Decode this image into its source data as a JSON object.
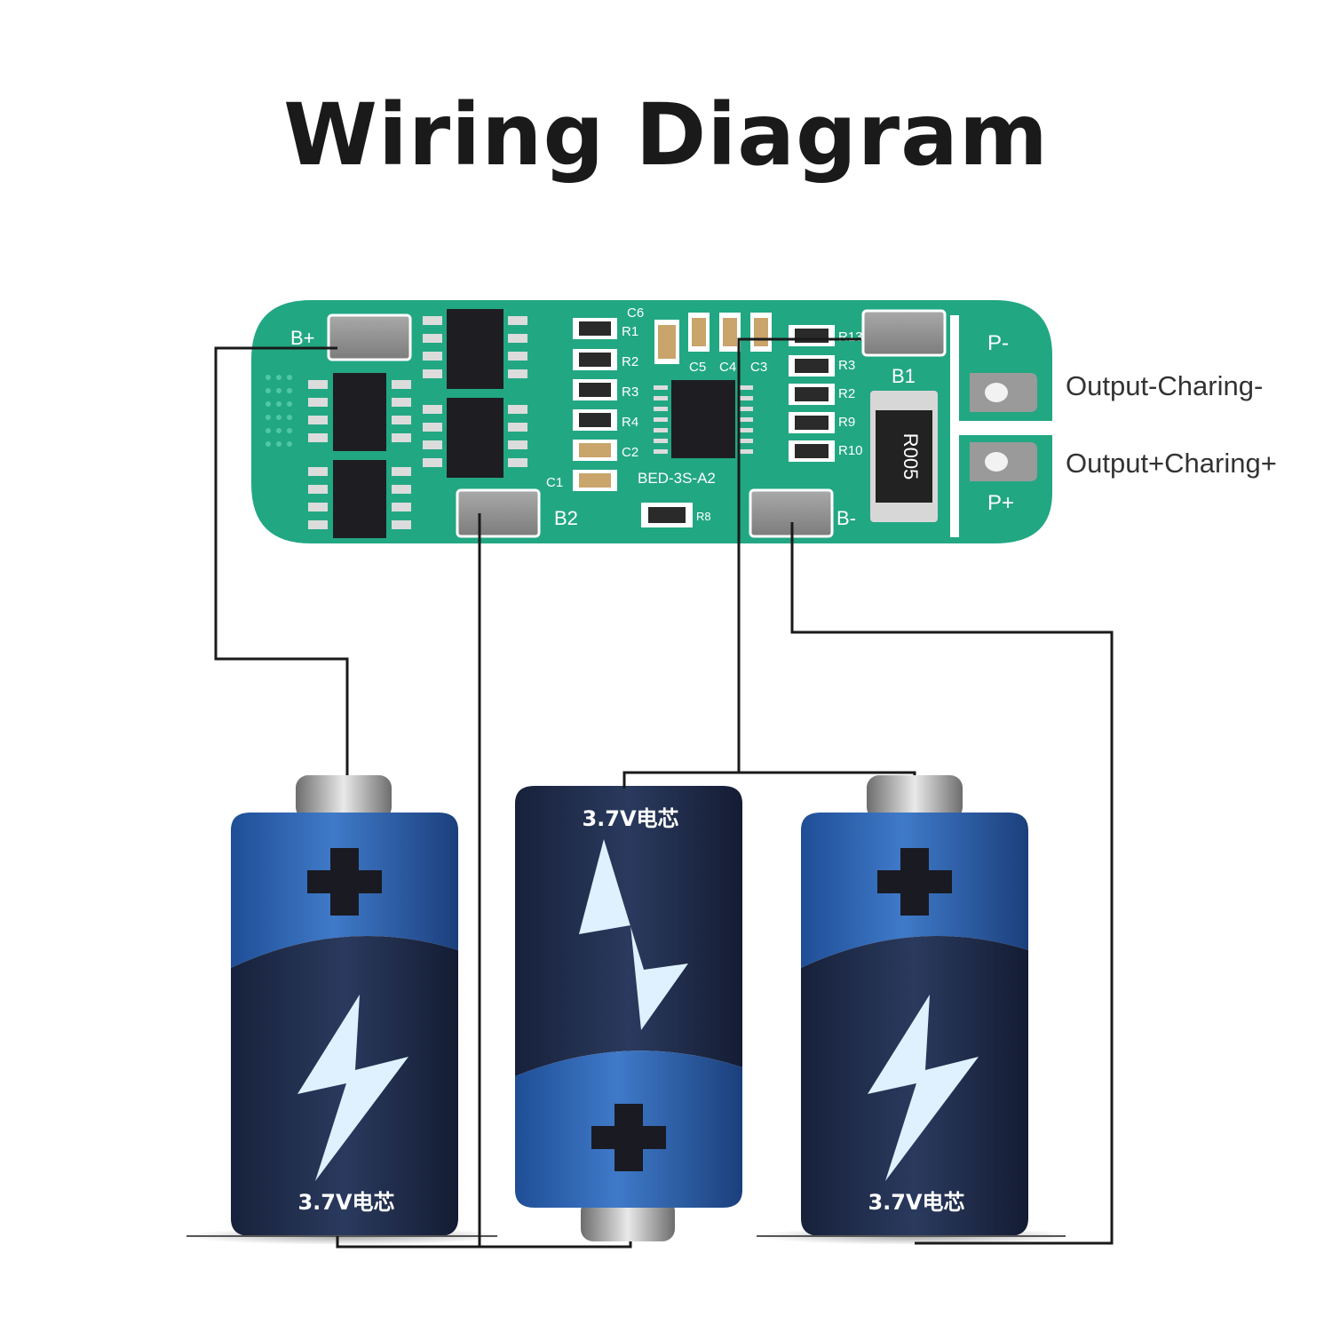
{
  "title": "Wiring Diagram",
  "outputs": {
    "minus": "Output-Charing-",
    "plus": "Output+Charing+"
  },
  "board": {
    "model": "BED-3S-A2",
    "shunt": "R005",
    "pads": {
      "b_plus": "B+",
      "b_minus": "B-",
      "b1": "B1",
      "b2": "B2",
      "p_minus": "P-",
      "p_plus": "P+"
    },
    "components": {
      "r1": "R1",
      "r2": "R2",
      "r3": "R3",
      "r4": "R4",
      "c1": "C1",
      "c2": "C2",
      "c3": "C3",
      "c4": "C4",
      "c5": "C5",
      "c6": "C6",
      "r13": "R13",
      "r3b": "R3",
      "r2b": "R2",
      "r9": "R9",
      "r10": "R10",
      "r8": "R8"
    },
    "colors": {
      "pcb": "#22a783",
      "pad": "#8f8f8f",
      "chip": "#1e1e22"
    }
  },
  "cells": [
    {
      "label": "3.7V电芯",
      "orientation": "up"
    },
    {
      "label": "3.7V电芯",
      "orientation": "down"
    },
    {
      "label": "3.7V电芯",
      "orientation": "up"
    }
  ],
  "colors": {
    "wire": "#1a1a1a",
    "cell_top": "#2b5fa8",
    "cell_bottom": "#1d2a47",
    "bolt": "#dff1ff"
  }
}
